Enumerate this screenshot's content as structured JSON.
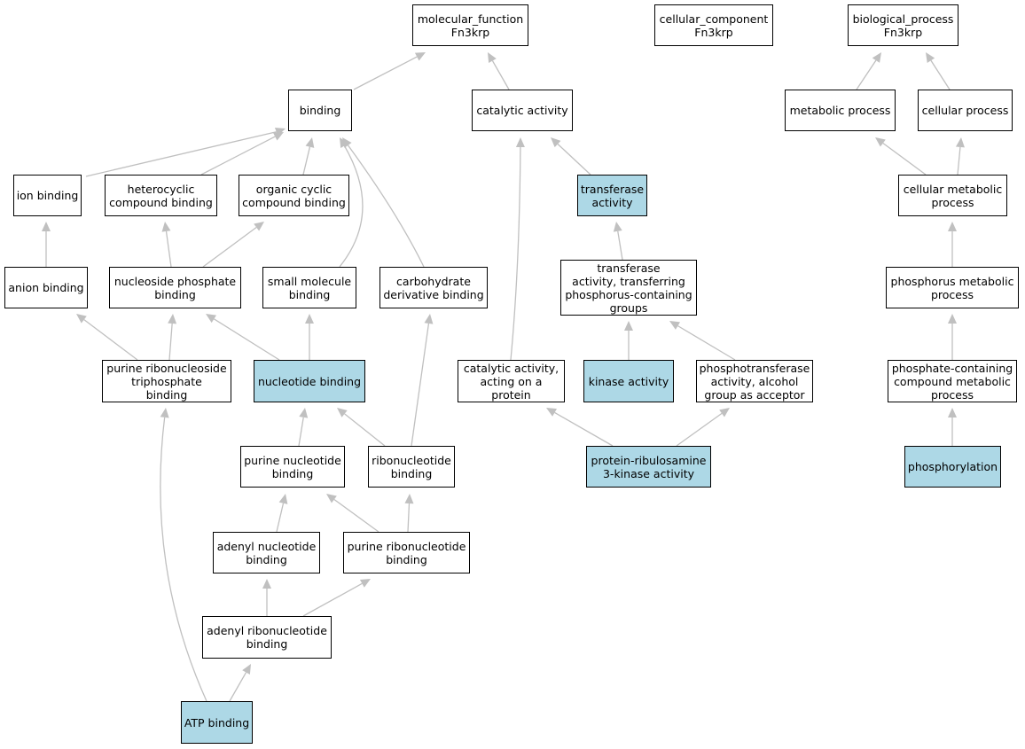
{
  "colors": {
    "highlight": "#add8e6",
    "edge": "#c0c0c0",
    "node_border": "#000000"
  },
  "nodes": {
    "mf_root": {
      "label": "molecular_function\nFn3krp"
    },
    "cc_root": {
      "label": "cellular_component\nFn3krp"
    },
    "bp_root": {
      "label": "biological_process\nFn3krp"
    },
    "binding": {
      "label": "binding"
    },
    "catalytic": {
      "label": "catalytic activity"
    },
    "metabolic": {
      "label": "metabolic process"
    },
    "cellular_proc": {
      "label": "cellular process"
    },
    "ion_binding": {
      "label": "ion binding"
    },
    "heterocyclic": {
      "label": "heterocyclic\ncompound binding"
    },
    "organic_cyclic": {
      "label": "organic cyclic\ncompound binding"
    },
    "transferase": {
      "label": "transferase\nactivity"
    },
    "cell_metabolic": {
      "label": "cellular metabolic\nprocess"
    },
    "anion_binding": {
      "label": "anion binding"
    },
    "nucleoside_phos": {
      "label": "nucleoside phosphate\nbinding"
    },
    "small_molecule": {
      "label": "small molecule\nbinding"
    },
    "carbohydrate": {
      "label": "carbohydrate\nderivative binding"
    },
    "transferase_phos": {
      "label": "transferase\nactivity, transferring\nphosphorus-containing\ngroups"
    },
    "phosphorus_met": {
      "label": "phosphorus metabolic\nprocess"
    },
    "purine_rns_tp": {
      "label": "purine ribonucleoside\ntriphosphate\nbinding"
    },
    "nucleotide_binding": {
      "label": "nucleotide binding"
    },
    "catalytic_protein": {
      "label": "catalytic activity,\nacting on a\nprotein"
    },
    "kinase": {
      "label": "kinase activity"
    },
    "phosphotransferase": {
      "label": "phosphotransferase\nactivity, alcohol\ngroup as acceptor"
    },
    "phosphate_met": {
      "label": "phosphate-containing\ncompound metabolic\nprocess"
    },
    "purine_nucleotide": {
      "label": "purine nucleotide\nbinding"
    },
    "ribonucleotide": {
      "label": "ribonucleotide\nbinding"
    },
    "prk": {
      "label": "protein-ribulosamine\n3-kinase activity"
    },
    "phosphorylation": {
      "label": "phosphorylation"
    },
    "adenyl_nucleotide": {
      "label": "adenyl nucleotide\nbinding"
    },
    "purine_ribonucleotide": {
      "label": "purine ribonucleotide\nbinding"
    },
    "adenyl_ribonucleotide": {
      "label": "adenyl ribonucleotide\nbinding"
    },
    "atp_binding": {
      "label": "ATP binding"
    }
  }
}
